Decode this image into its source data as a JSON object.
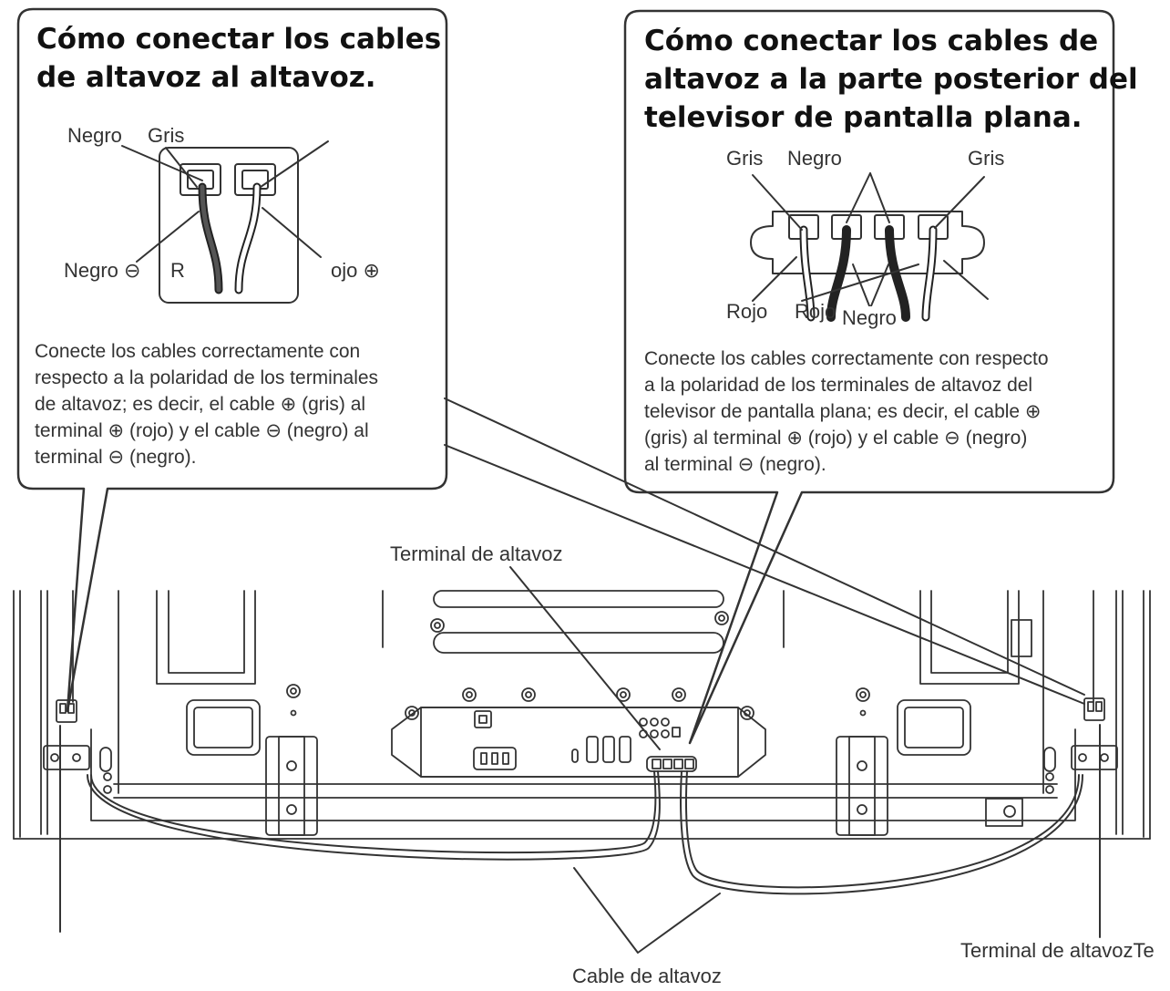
{
  "left_callout": {
    "title_line1": "Cómo conectar los cables",
    "title_line2": "de altavoz al altavoz.",
    "labels": {
      "negro_top": "Negro",
      "gris_top": "Gris",
      "negro_minus": "Negro ⊖",
      "r": "R",
      "ojo_plus": "ojo ⊕"
    },
    "note_lines": [
      "Conecte los cables correctamente con",
      "respecto a la polaridad de los terminales",
      "de altavoz; es decir, el cable ⊕ (gris) al",
      "terminal ⊕ (rojo) y el cable ⊖ (negro) al",
      "terminal ⊖ (negro)."
    ]
  },
  "right_callout": {
    "title_line1": "Cómo conectar los cables de",
    "title_line2": "altavoz a la parte posterior del",
    "title_line3": "televisor de pantalla plana.",
    "labels": {
      "gris_left": "Gris",
      "negro_top": "Negro",
      "gris_right": "Gris",
      "rojo_1": "Rojo",
      "rojo_2": "Rojo",
      "negro_bottom": "Negro"
    },
    "note_lines": [
      "Conecte los cables correctamente con respecto",
      "a la polaridad de los terminales de altavoz del",
      "televisor de pantalla plana; es decir, el cable ⊕",
      "(gris) al terminal ⊕ (rojo) y el cable ⊖ (negro)",
      "al terminal ⊖ (negro)."
    ]
  },
  "main_labels": {
    "terminal_center": "Terminal de altavoz",
    "terminal_right": "Terminal de altavozTe",
    "cable": "Cable de altavoz"
  }
}
